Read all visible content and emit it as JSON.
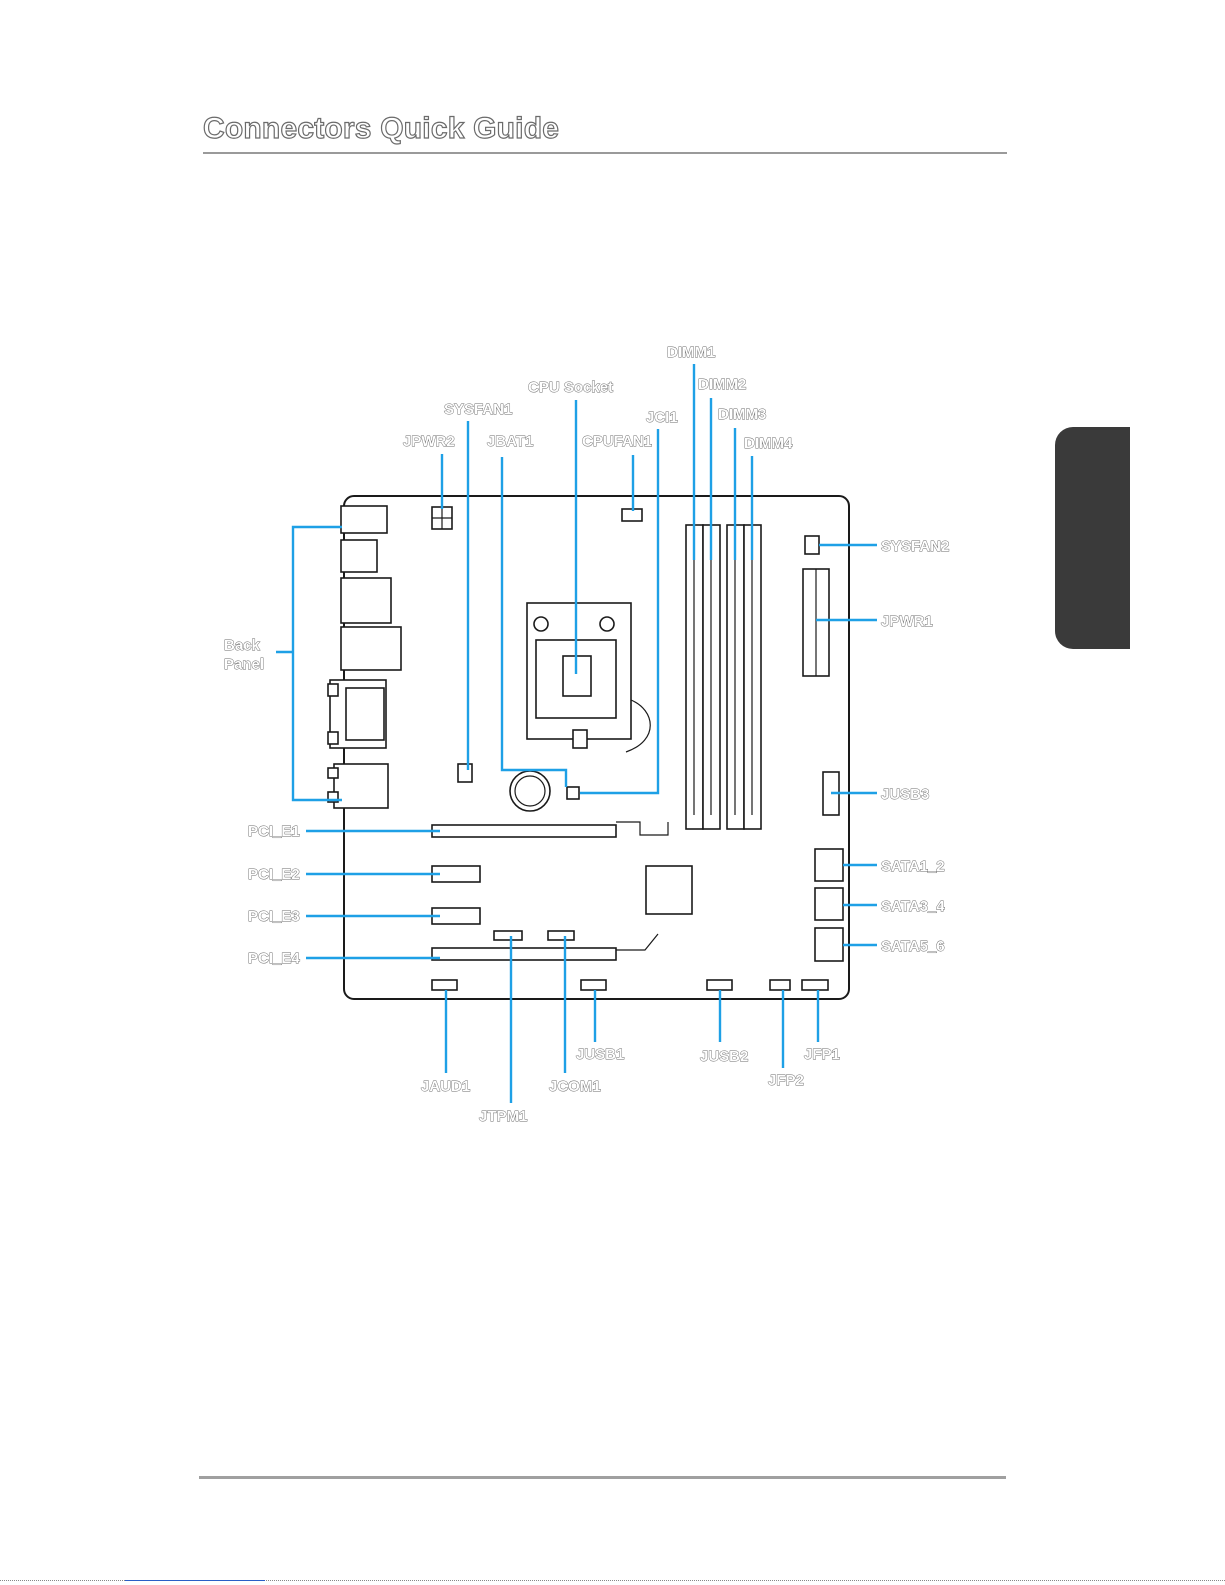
{
  "page": {
    "title": "Connectors Quick Guide"
  },
  "labels": {
    "dimm1": "DIMM1",
    "dimm2": "DIMM2",
    "dimm3": "DIMM3",
    "dimm4": "DIMM4",
    "cpu_socket": "CPU Socket",
    "sysfan1": "SYSFAN1",
    "jci1": "JCI1",
    "jpwr2": "JPWR2",
    "jbat1": "JBAT1",
    "cpufan1": "CPUFAN1",
    "sysfan2": "SYSFAN2",
    "jpwr1": "JPWR1",
    "jusb3": "JUSB3",
    "sata1_2": "SATA1_2",
    "sata3_4": "SATA3_4",
    "sata5_6": "SATA5_6",
    "back_panel_1": "Back",
    "back_panel_2": "Panel",
    "pci_e1": "PCI_E1",
    "pci_e2": "PCI_E2",
    "pci_e3": "PCI_E3",
    "pci_e4": "PCI_E4",
    "jusb1": "JUSB1",
    "jusb2": "JUSB2",
    "jfp1": "JFP1",
    "jfp2": "JFP2",
    "jaud1": "JAUD1",
    "jcom1": "JCOM1",
    "jtpm1": "JTPM1"
  },
  "colors": {
    "leader": "#1ea0e6",
    "outline": "#1a1a1a",
    "label_stroke": "#6a6a6a",
    "tab": "#3a3a3a"
  }
}
